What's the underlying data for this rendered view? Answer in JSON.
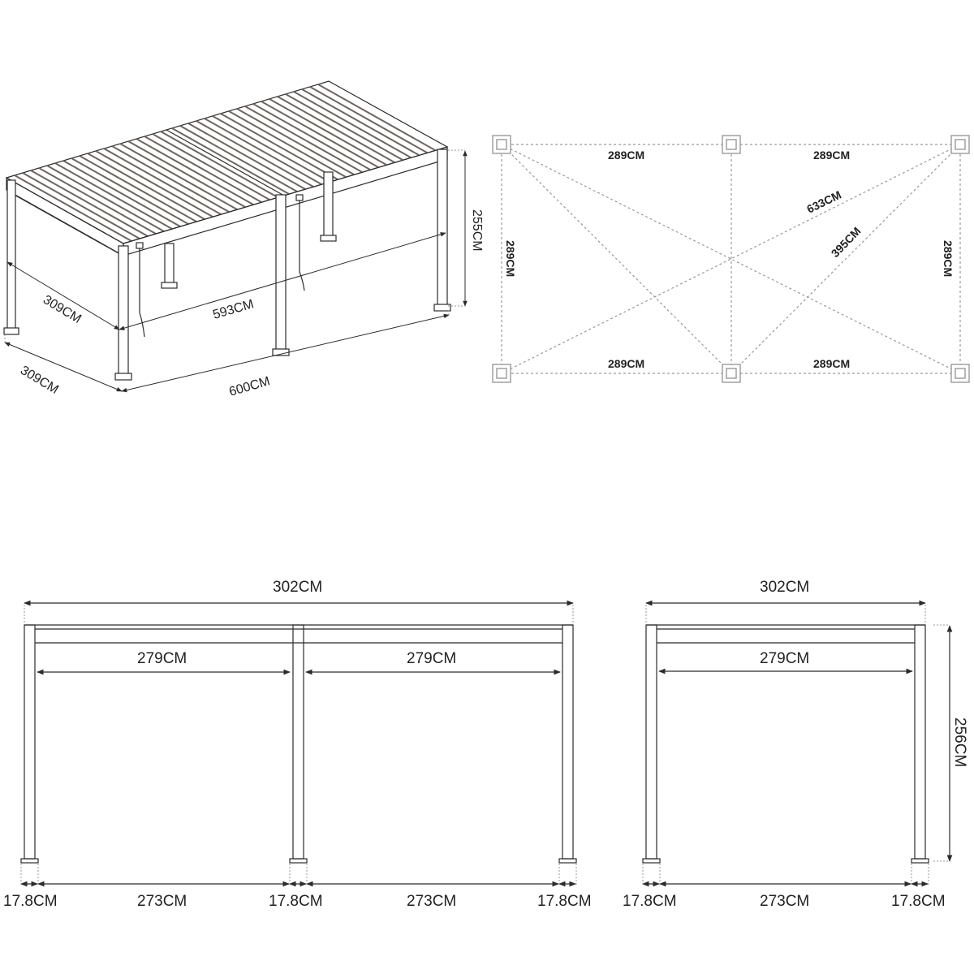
{
  "isometric_view": {
    "depth_top": "309CM",
    "length_top": "593CM",
    "height": "255CM",
    "depth_bottom": "309CM",
    "length_bottom": "600CM"
  },
  "plan_view": {
    "top_left_span": "289CM",
    "top_right_span": "289CM",
    "bottom_left_span": "289CM",
    "bottom_right_span": "289CM",
    "left_depth": "289CM",
    "right_depth": "289CM",
    "long_diagonal": "633CM",
    "short_diagonal": "395CM"
  },
  "front_view": {
    "overall_width": "302CM",
    "inner_span_left": "279CM",
    "inner_span_right": "279CM",
    "post_left": "17.8CM",
    "clear_left": "273CM",
    "post_middle": "17.8CM",
    "clear_right": "273CM",
    "post_right": "17.8CM"
  },
  "side_view": {
    "overall_width": "302CM",
    "inner_span": "279CM",
    "height": "256CM",
    "post_left": "17.8CM",
    "clear_span": "273CM",
    "post_right": "17.8CM"
  },
  "colors": {
    "line": "#2b2b2b",
    "dashed": "#9a9a9a",
    "slat": "#6e665e"
  }
}
